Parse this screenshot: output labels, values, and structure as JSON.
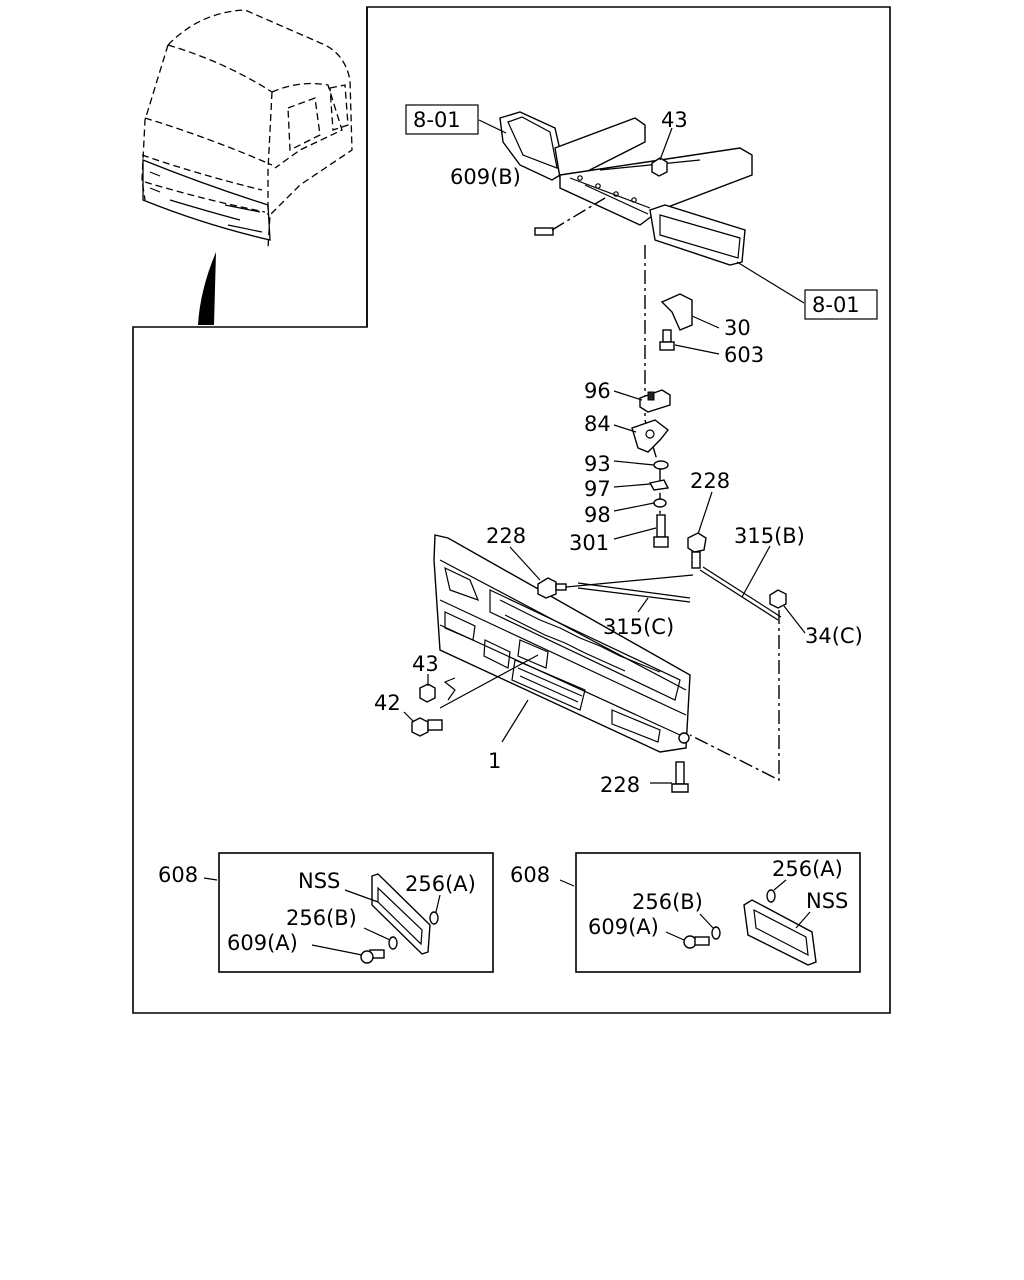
{
  "labels": {
    "ref_8_01_top": "8-01",
    "ref_8_01_right": "8-01",
    "p43_top": "43",
    "p609b": "609(B)",
    "p30": "30",
    "p603": "603",
    "p96": "96",
    "p84": "84",
    "p93": "93",
    "p97": "97",
    "p98": "98",
    "p301": "301",
    "p228_top": "228",
    "p228_left": "228",
    "p315b": "315(B)",
    "p315c": "315(C)",
    "p34c": "34(C)",
    "p43_mid": "43",
    "p42": "42",
    "p1": "1",
    "p228_bottom": "228"
  },
  "insets": {
    "left": {
      "p608": "608",
      "nss": "NSS",
      "p256a": "256(A)",
      "p256b": "256(B)",
      "p609a": "609(A)"
    },
    "right": {
      "p608": "608",
      "p256a": "256(A)",
      "p256b": "256(B)",
      "nss": "NSS",
      "p609a": "609(A)"
    }
  }
}
